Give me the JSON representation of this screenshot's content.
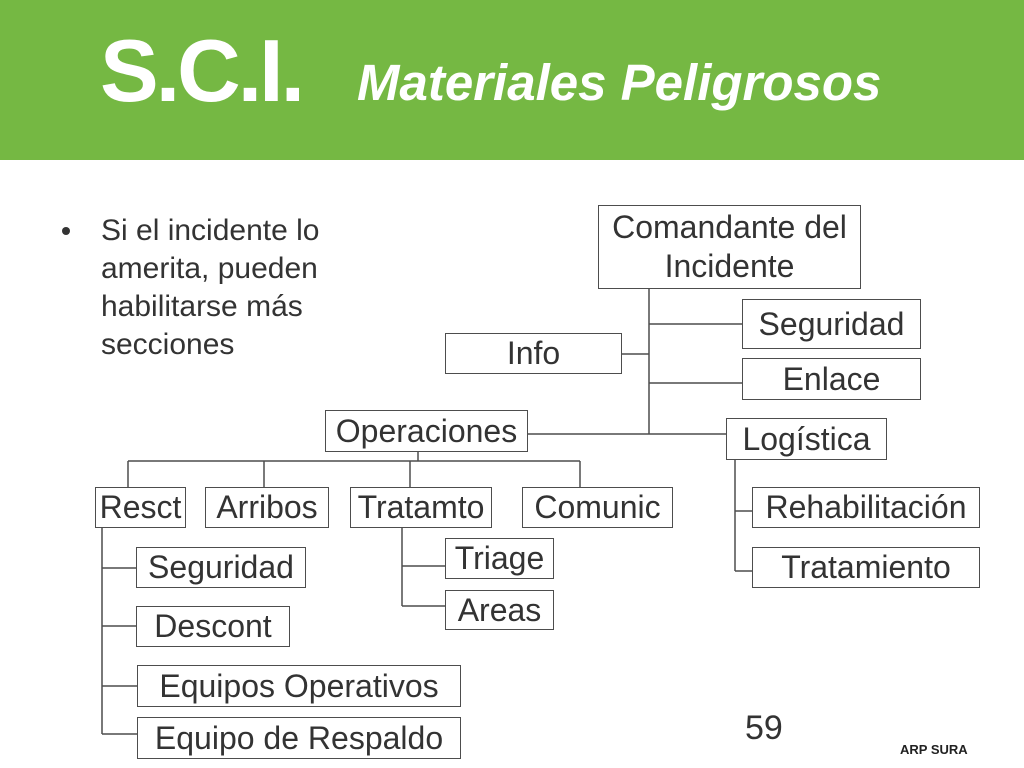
{
  "header": {
    "title": "S.C.I.",
    "subtitle": "Materiales Peligrosos"
  },
  "body": {
    "bullet_lines": [
      "Si el incidente lo",
      "amerita, pueden",
      "habilitarse más",
      "secciones"
    ]
  },
  "org_chart": {
    "commander": "Comandante del Incidente",
    "staff": {
      "safety": "Seguridad",
      "information": "Info",
      "liaison": "Enlace"
    },
    "operations": {
      "label": "Operaciones",
      "branches": {
        "resct": {
          "label": "Resct",
          "units": [
            "Seguridad",
            "Descont",
            "Equipos Operativos",
            "Equipo de Respaldo"
          ]
        },
        "arribos": {
          "label": "Arribos"
        },
        "tratamto": {
          "label": "Tratamto",
          "units": [
            "Triage",
            "Areas"
          ]
        },
        "comunic": {
          "label": "Comunic"
        }
      }
    },
    "logistics": {
      "label": "Logística",
      "units": [
        "Rehabilitación",
        "Tratamiento"
      ]
    }
  },
  "footer": {
    "page_number": "59",
    "brand": "ARP SURA"
  },
  "colors": {
    "header_background": "#75b843",
    "header_text": "#ffffff",
    "body_text": "#333333",
    "box_border": "#4d4d4d",
    "connector": "#4d4d4d",
    "brand_text": "#222222"
  }
}
